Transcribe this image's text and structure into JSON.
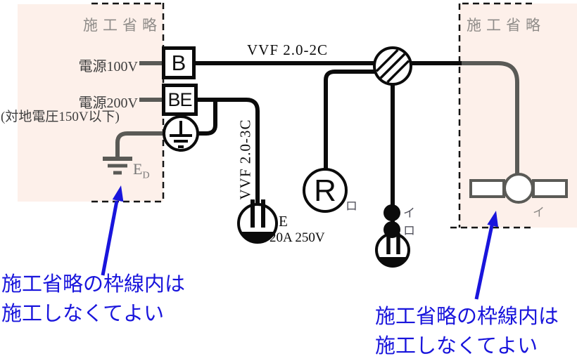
{
  "omitted_left": {
    "label": "施工省略"
  },
  "omitted_right": {
    "label": "施工省略"
  },
  "power": {
    "v100_label": "電源100V",
    "v200_label": "電源200V",
    "v200_note": "(対地電圧150V以下)"
  },
  "devices": {
    "breaker": "B",
    "earth_leakage_breaker": "BE",
    "lamp_receptacle": "R"
  },
  "cables": {
    "branch_100v": "VVF 2.0-2C",
    "branch_200v": "VVF 2.0-3C"
  },
  "earth": {
    "symbol": "E",
    "sub": "D"
  },
  "receptacle_200v": {
    "earth_mark": "E",
    "rating": "20A 250V"
  },
  "marks": {
    "switch_i": "イ",
    "switch_ro": "ロ",
    "lamp_receptacle_mark": "ロ",
    "fluorescent_mark": "イ"
  },
  "note": {
    "line1": "施工省略の枠線内は",
    "line2": "施工しなくてよい"
  },
  "colors": {
    "omitted_bg": "#fdf0ea",
    "wire_black": "#0b0b0b",
    "wire_gray": "#5a5a56",
    "annotation_blue": "#1915dc",
    "label_gray": "#8f8c89"
  }
}
